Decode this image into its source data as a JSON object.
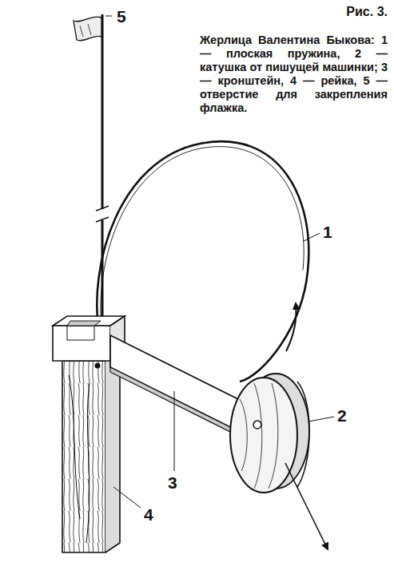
{
  "diagram": {
    "title": "Рис. 3.",
    "caption": "Жерлица Валентина Быкова: 1 — плоская пружина, 2 — катушка от пишущей машинки; 3 — кронштейн, 4 — рейка, 5 — отверстие для закрепления флажка.",
    "labels": [
      "1",
      "2",
      "3",
      "4",
      "5"
    ]
  }
}
